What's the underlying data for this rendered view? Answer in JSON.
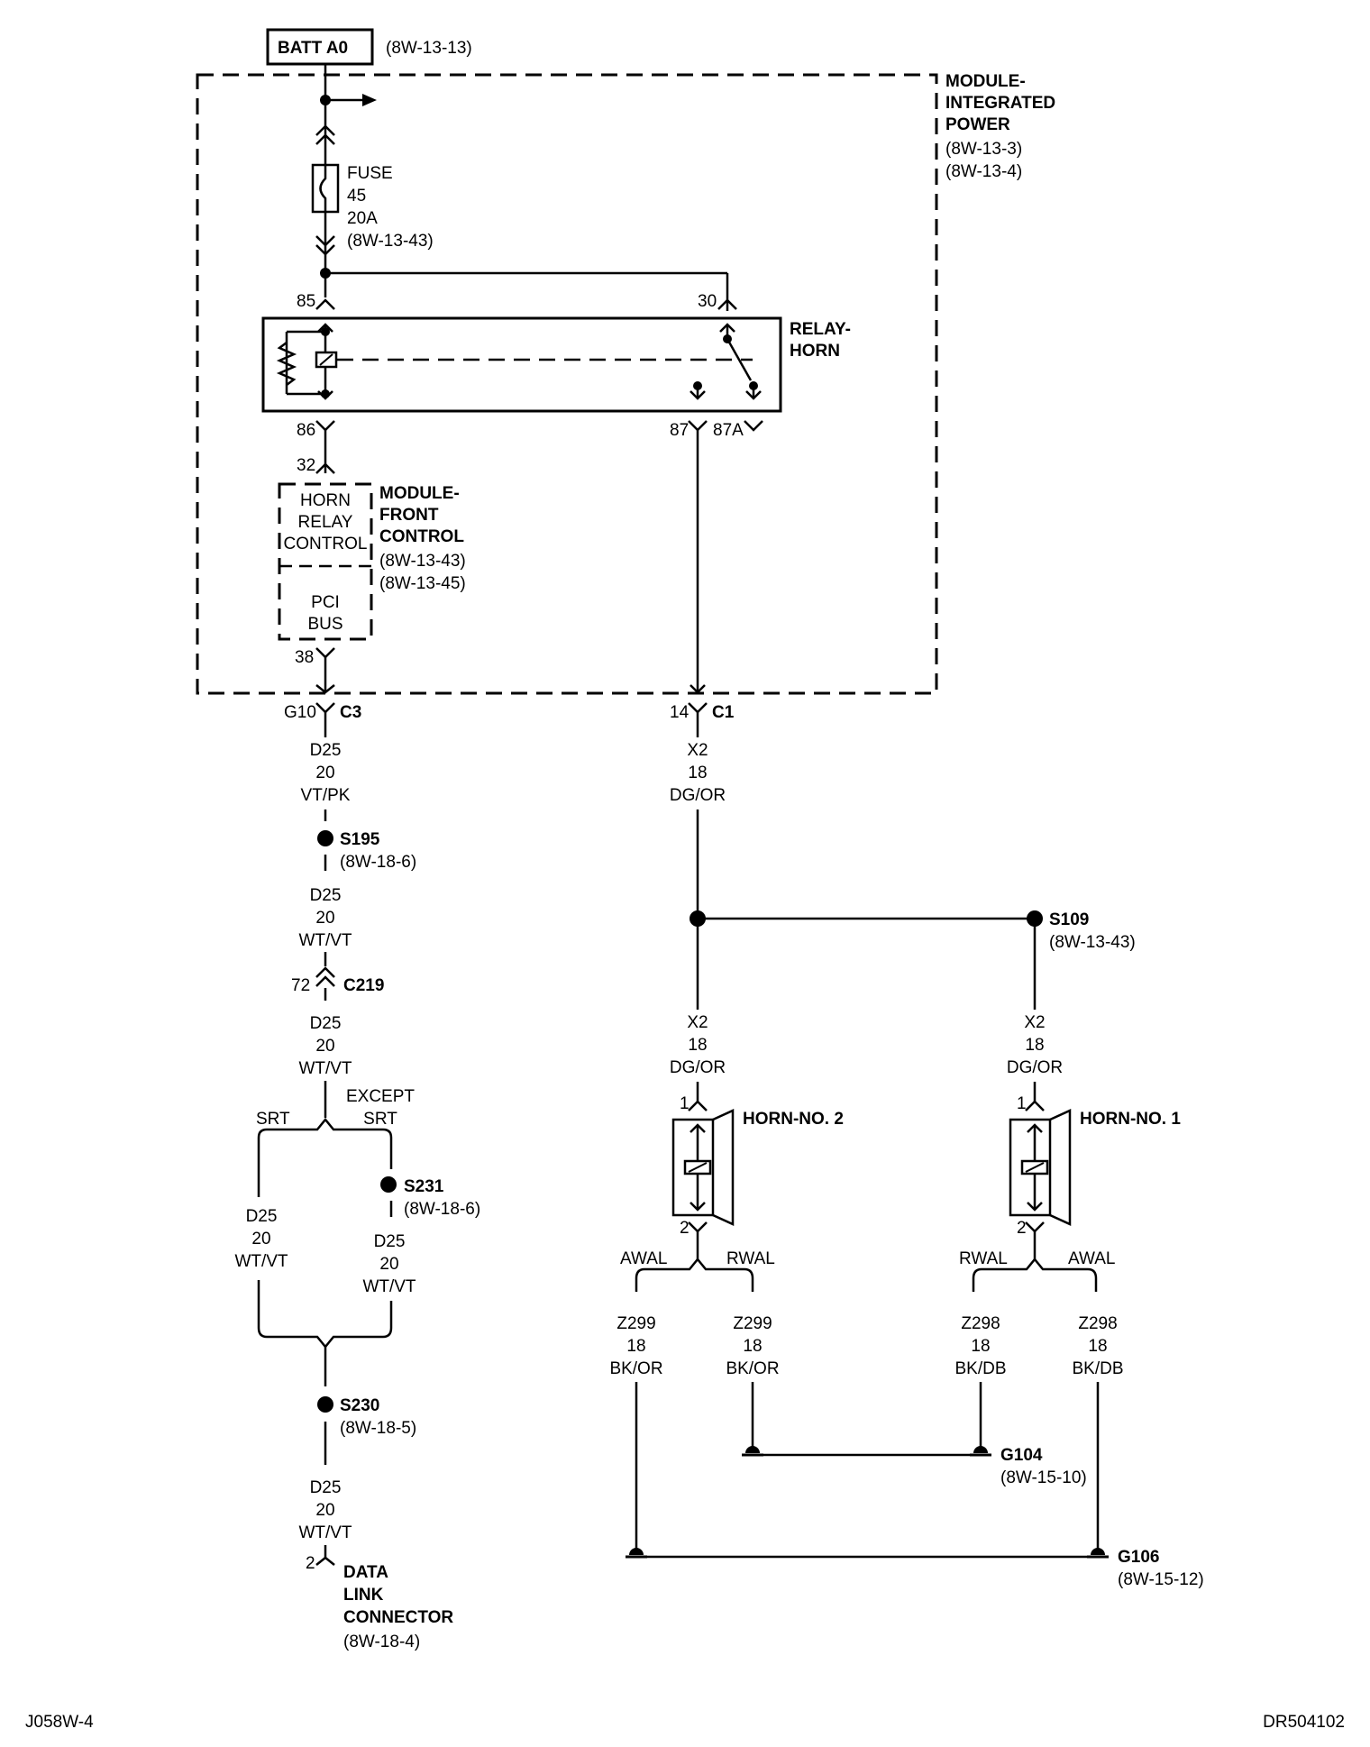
{
  "batt": {
    "label": "BATT A0",
    "ref": "(8W-13-13)"
  },
  "ipm": {
    "l1": "MODULE-",
    "l2": "INTEGRATED",
    "l3": "POWER",
    "r1": "(8W-13-3)",
    "r2": "(8W-13-4)"
  },
  "fuse": {
    "l1": "FUSE",
    "l2": "45",
    "l3": "20A",
    "ref": "(8W-13-43)"
  },
  "relay": {
    "l1": "RELAY-",
    "l2": "HORN",
    "p85": "85",
    "p30": "30",
    "p86": "86",
    "p87": "87",
    "p87a": "87A"
  },
  "fcm": {
    "l1": "MODULE-",
    "l2": "FRONT",
    "l3": "CONTROL",
    "r1": "(8W-13-43)",
    "r2": "(8W-13-45)",
    "hrc1": "HORN",
    "hrc2": "RELAY",
    "hrc3": "CONTROL",
    "pci1": "PCI",
    "pci2": "BUS",
    "p32": "32",
    "p38": "38"
  },
  "c3": {
    "pin": "G10",
    "name": "C3"
  },
  "c1": {
    "pin": "14",
    "name": "C1"
  },
  "left": {
    "w1": [
      "D25",
      "20",
      "VT/PK"
    ],
    "s195": {
      "name": "S195",
      "ref": "(8W-18-6)"
    },
    "w2": [
      "D25",
      "20",
      "WT/VT"
    ],
    "c219": {
      "pin": "72",
      "name": "C219"
    },
    "w3": [
      "D25",
      "20",
      "WT/VT"
    ],
    "srt": "SRT",
    "except": [
      "EXCEPT",
      "SRT"
    ],
    "s231": {
      "name": "S231",
      "ref": "(8W-18-6)"
    },
    "w4": [
      "D25",
      "20",
      "WT/VT"
    ],
    "w5": [
      "D25",
      "20",
      "WT/VT"
    ],
    "s230": {
      "name": "S230",
      "ref": "(8W-18-5)"
    },
    "w6": [
      "D25",
      "20",
      "WT/VT"
    ],
    "dlc": {
      "pin": "2",
      "l1": "DATA",
      "l2": "LINK",
      "l3": "CONNECTOR",
      "ref": "(8W-18-4)"
    }
  },
  "right": {
    "w1": [
      "X2",
      "18",
      "DG/OR"
    ],
    "s109": {
      "name": "S109",
      "ref": "(8W-13-43)"
    },
    "w2": [
      "X2",
      "18",
      "DG/OR"
    ],
    "w3": [
      "X2",
      "18",
      "DG/OR"
    ],
    "horn2": {
      "name": "HORN-NO. 2",
      "p1": "1",
      "p2": "2",
      "awal": "AWAL",
      "rwal": "RWAL"
    },
    "horn1": {
      "name": "HORN-NO. 1",
      "p1": "1",
      "p2": "2",
      "rwal": "RWAL",
      "awal": "AWAL"
    },
    "z1": [
      "Z299",
      "18",
      "BK/OR"
    ],
    "z2": [
      "Z299",
      "18",
      "BK/OR"
    ],
    "z3": [
      "Z298",
      "18",
      "BK/DB"
    ],
    "z4": [
      "Z298",
      "18",
      "BK/DB"
    ],
    "g104": {
      "name": "G104",
      "ref": "(8W-15-10)"
    },
    "g106": {
      "name": "G106",
      "ref": "(8W-15-12)"
    }
  },
  "footer": {
    "left": "J058W-4",
    "right": "DR504102"
  }
}
